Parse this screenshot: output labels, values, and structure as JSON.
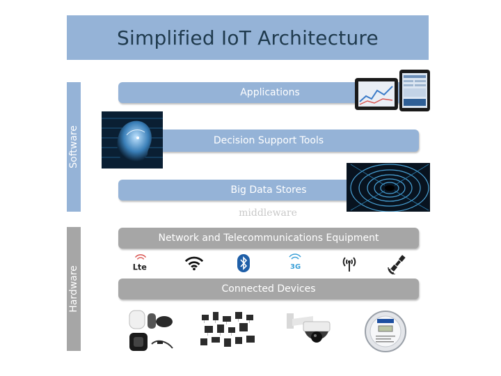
{
  "title": "Simplified IoT Architecture",
  "groups": {
    "software": "Software",
    "hardware": "Hardware"
  },
  "layers": {
    "applications": "Applications",
    "decision_support": "Decision Support Tools",
    "big_data": "Big Data Stores",
    "middleware": "middleware",
    "network": "Network and Telecommunications Equipment",
    "connected_devices": "Connected Devices"
  },
  "icons": {
    "lte_label": "Lte",
    "threeg_label": "3G",
    "names": [
      "lte-icon",
      "wifi-icon",
      "bluetooth-icon",
      "3g-icon",
      "antenna-icon",
      "satellite-icon"
    ]
  },
  "colors": {
    "software_blue": "#95b3d7",
    "hardware_gray": "#a6a6a6",
    "title_text": "#1f3a4d"
  }
}
